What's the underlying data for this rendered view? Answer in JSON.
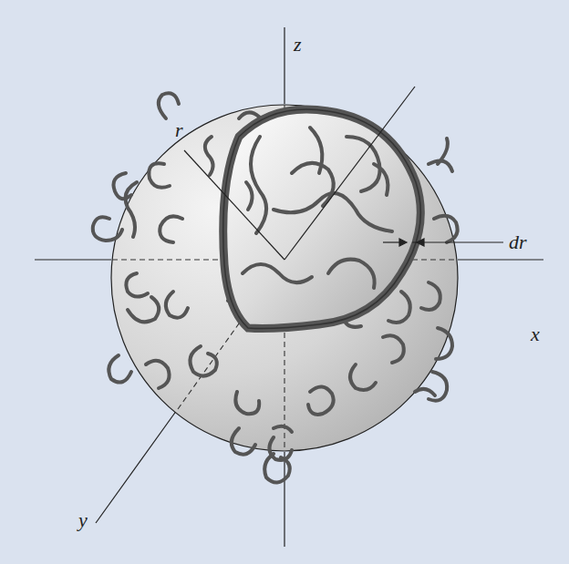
{
  "diagram": {
    "labels": [
      "z",
      "r",
      "dr",
      "x",
      "y"
    ]
  }
}
